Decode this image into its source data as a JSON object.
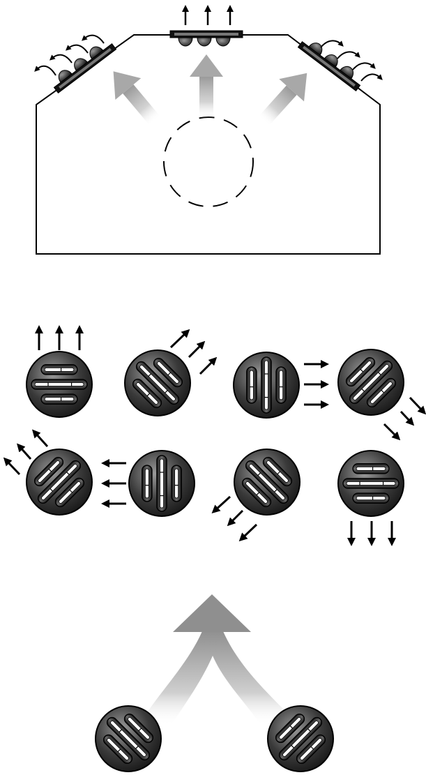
{
  "figure": {
    "panels": [
      {
        "id": "chamber",
        "description_visible": false
      },
      {
        "id": "orientations",
        "count": 8
      },
      {
        "id": "combination",
        "count": 2
      }
    ],
    "colors": {
      "stroke": "#000000",
      "disc_dark": "#1a1a1a",
      "disc_light": "#8a8a8a",
      "flow_arrow": "#9a9a9a",
      "background": "#ffffff"
    },
    "orientations_deg": [
      0,
      45,
      90,
      135,
      180,
      225,
      270,
      315
    ],
    "icons": [
      "up-arrow-icon",
      "curved-arrow-icon",
      "dashed-circle-icon",
      "merge-arrow-icon"
    ]
  }
}
